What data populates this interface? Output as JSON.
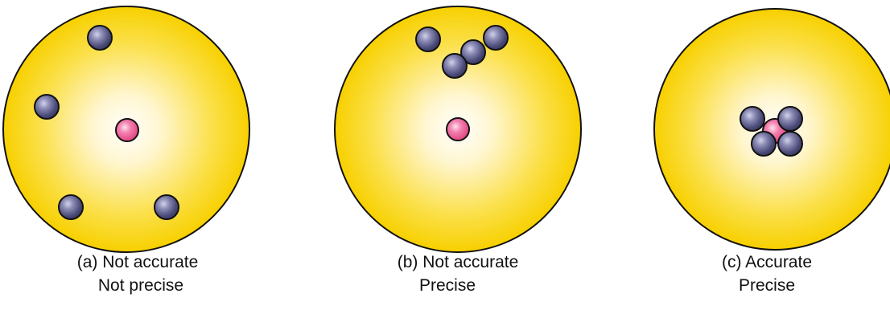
{
  "colors": {
    "target_edge": "#f9d200",
    "target_center": "#ffffff",
    "target_outline": "#111111",
    "shot": "#4a4a78",
    "shot_highlight": "#c9c9e6",
    "bullseye": "#e9508c",
    "bullseye_highlight": "#ffd0e2"
  },
  "panels": [
    {
      "name": "panel-a",
      "caption_line1": "(a) Not accurate",
      "caption_line2": "Not precise",
      "accurate": false,
      "precise": false
    },
    {
      "name": "panel-b",
      "caption_line1": "(b) Not accurate",
      "caption_line2": "Precise",
      "accurate": false,
      "precise": true
    },
    {
      "name": "panel-c",
      "caption_line1": "(c) Accurate",
      "caption_line2": "Precise",
      "accurate": true,
      "precise": true
    }
  ]
}
